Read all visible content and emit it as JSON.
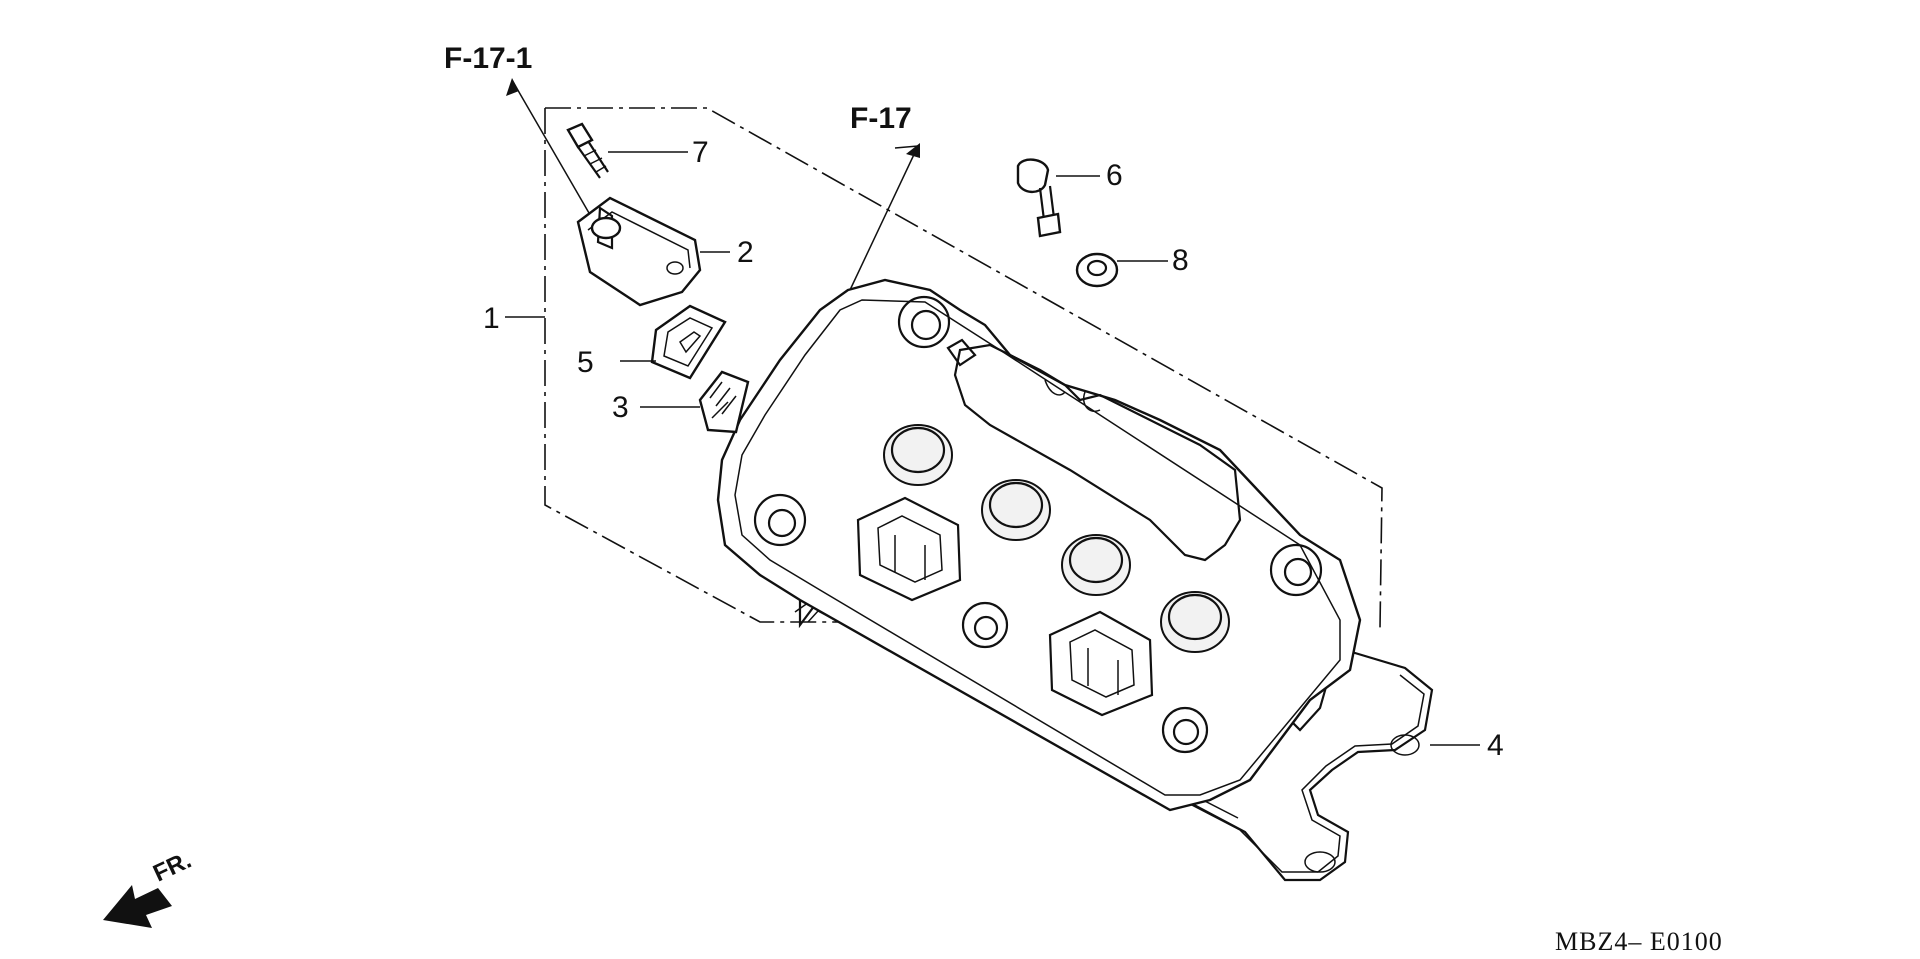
{
  "diagram": {
    "references": {
      "f17_1": "F-17-1",
      "f17": "F-17"
    },
    "parts": [
      {
        "key": "p1",
        "number": "1"
      },
      {
        "key": "p2",
        "number": "2"
      },
      {
        "key": "p3",
        "number": "3"
      },
      {
        "key": "p4",
        "number": "4"
      },
      {
        "key": "p5",
        "number": "5"
      },
      {
        "key": "p6",
        "number": "6"
      },
      {
        "key": "p7",
        "number": "7"
      },
      {
        "key": "p8",
        "number": "8"
      }
    ],
    "front_marker": "FR.",
    "code": "MBZ4– E0100"
  },
  "colors": {
    "ink": "#111111",
    "background": "#ffffff"
  }
}
